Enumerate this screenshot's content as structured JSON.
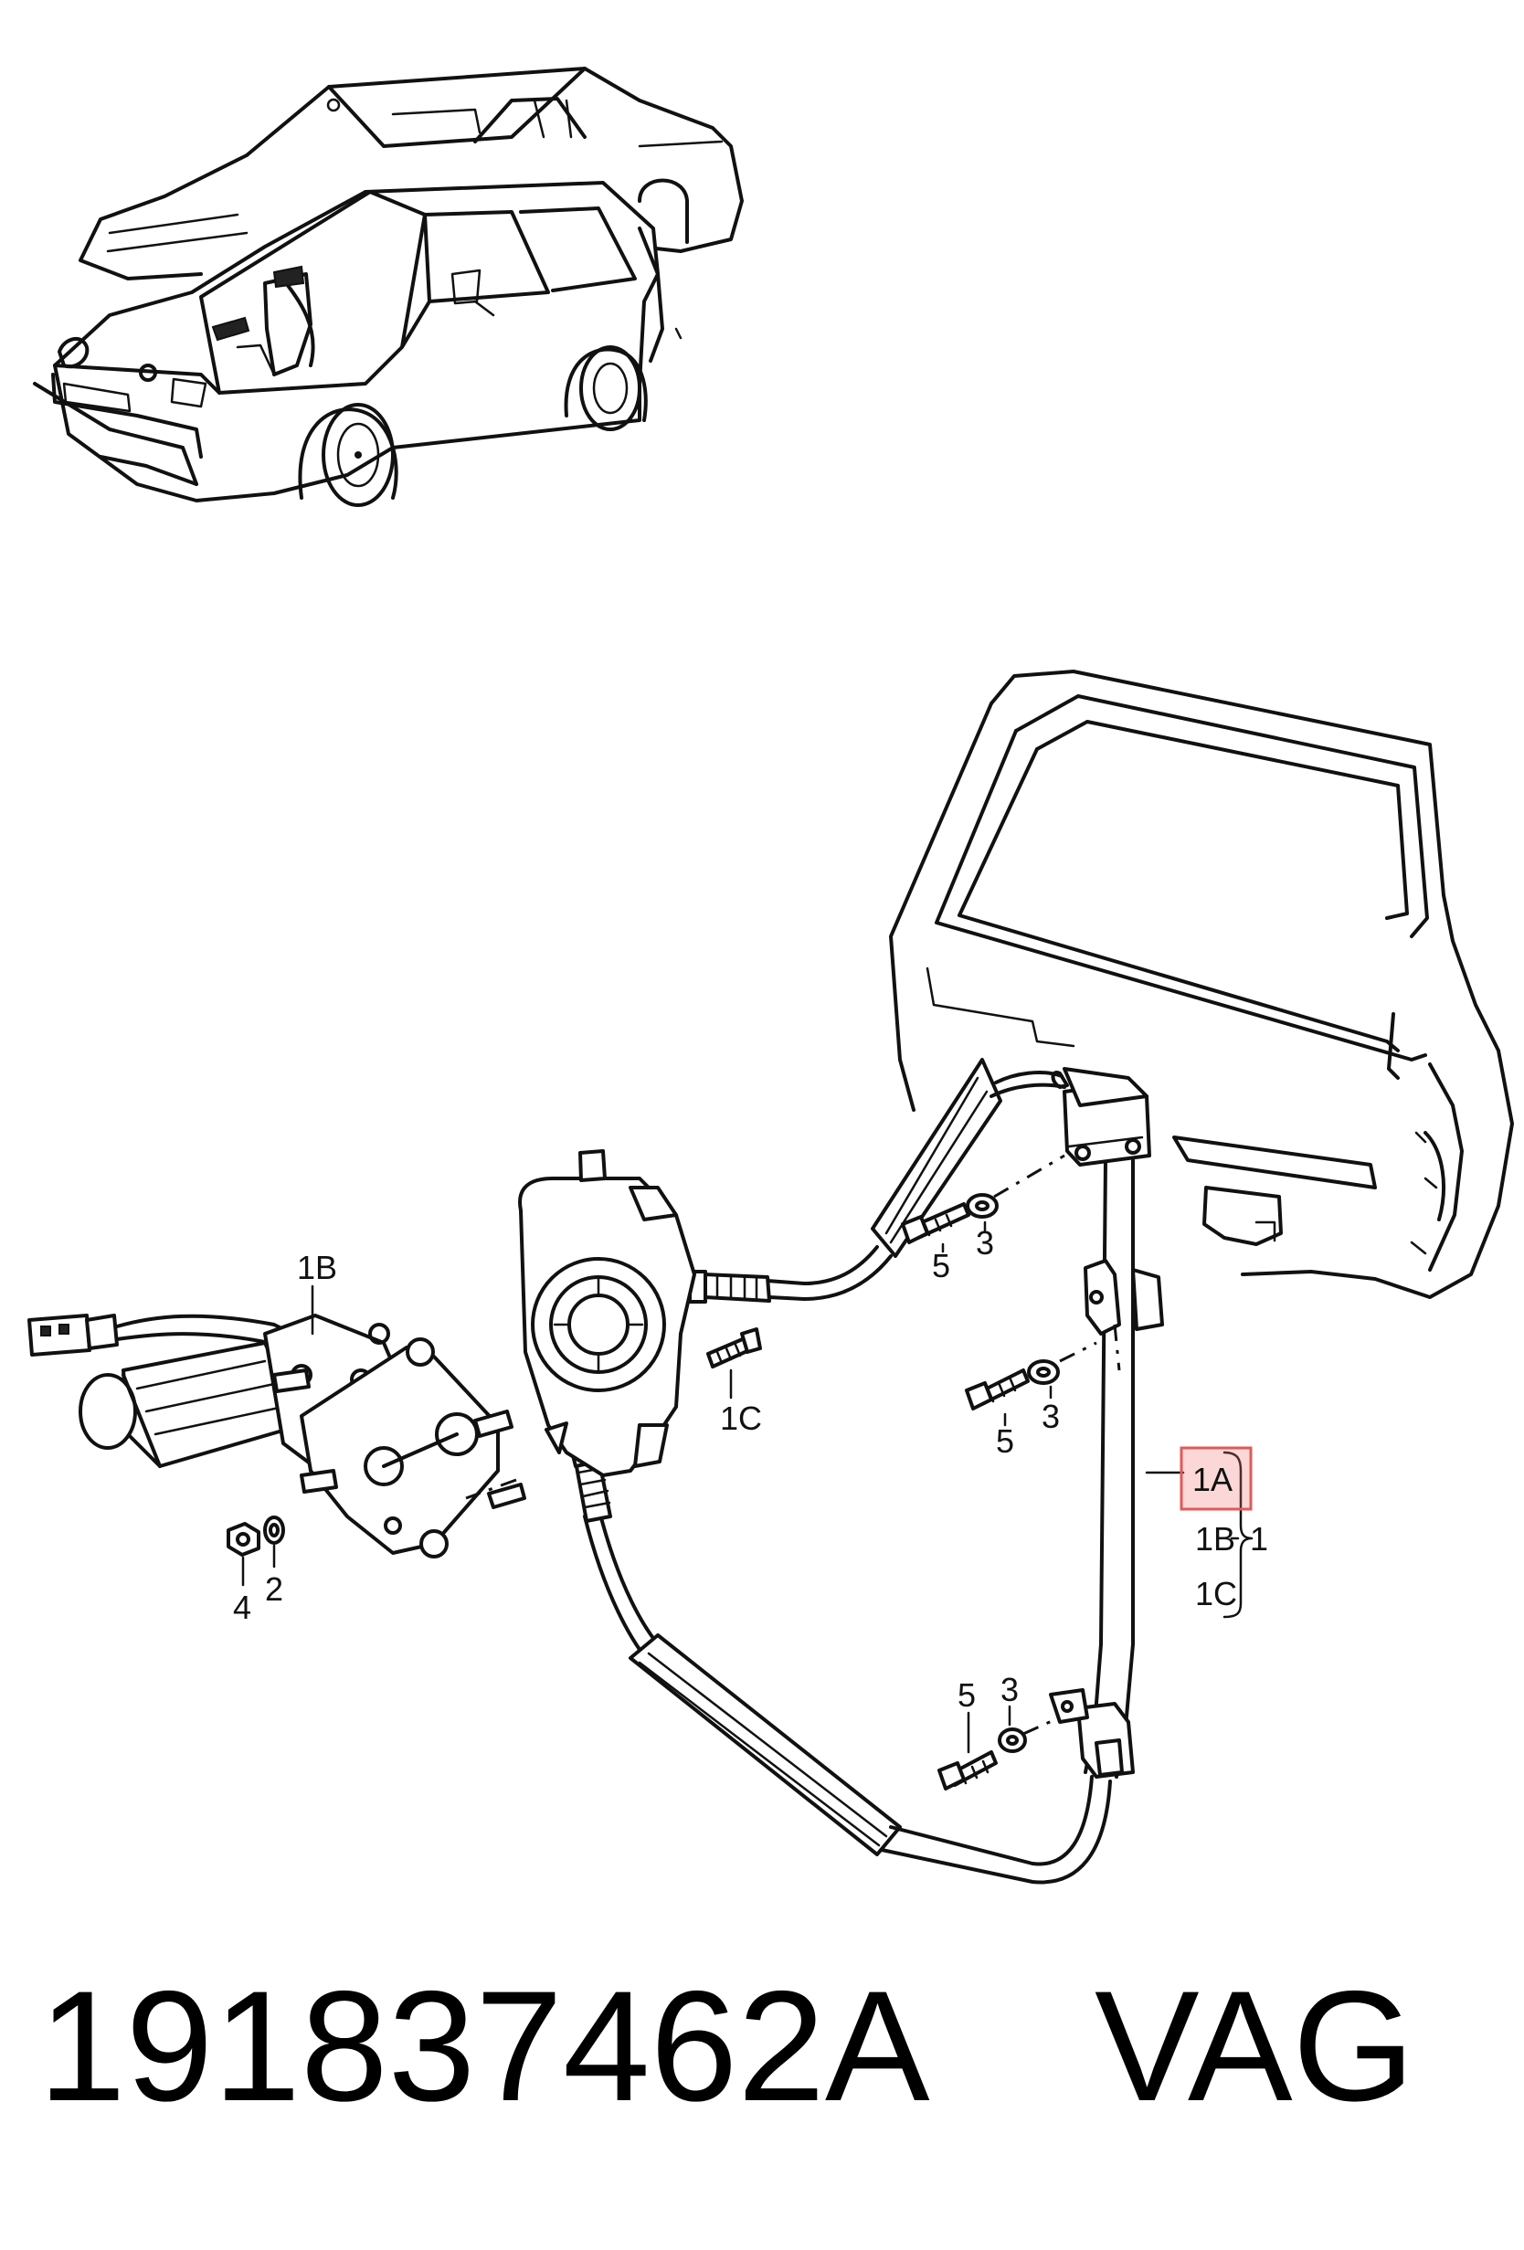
{
  "callouts": {
    "c1B_motor": "1B",
    "c1C_screw": "1C",
    "c5_upper": "5",
    "c3_upper": "3",
    "c5_mid": "5",
    "c3_mid": "3",
    "c4": "4",
    "c2": "2",
    "c1A": "1A",
    "c1B_group": "1B",
    "c1C_group": "1C",
    "c1_group": "1",
    "c3_lower": "3",
    "c5_lower": "5"
  },
  "footer": {
    "part_number": "191837462A",
    "brand": "VAG"
  },
  "colors": {
    "line": "#111111",
    "highlight_fill": "#f6c9c9",
    "highlight_stroke": "#e05a5a"
  }
}
